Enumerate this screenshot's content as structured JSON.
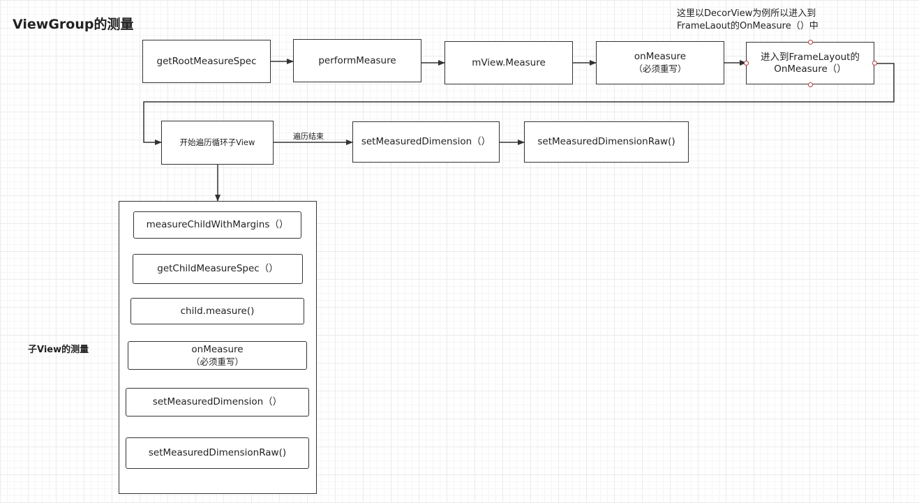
{
  "title": "ViewGroup的测量",
  "subtitle": "子View的测量",
  "note": "这里以DecorView为例所以进入到FrameLaout的OnMeasure（）中",
  "edge_label": "遍历结束",
  "top_row": {
    "getRootMeasureSpec": "getRootMeasureSpec",
    "performMeasure": "performMeasure",
    "mViewMeasure": "mView.Measure",
    "onMeasure_line1": "onMeasure",
    "onMeasure_line2": "（必须重写）",
    "frameLayout_line1": "进入到FrameLayout的",
    "frameLayout_line2": "OnMeasure（）"
  },
  "second_row": {
    "loop": "开始遍历循环子View",
    "setMeasuredDimension": "setMeasuredDimension（）",
    "setMeasuredDimensionRaw": "setMeasuredDimensionRaw()"
  },
  "child_flow": {
    "measureChildWithMargins": "measureChildWithMargins（）",
    "getChildMeasureSpec": "getChildMeasureSpec（）",
    "childMeasure": "child.measure()",
    "onMeasure_line1": "onMeasure",
    "onMeasure_line2": "（必须重写）",
    "setMeasuredDimension": "setMeasuredDimension（）",
    "setMeasuredDimensionRaw": "setMeasuredDimensionRaw()"
  },
  "colors": {
    "line": "#333333",
    "handle": "#b04040"
  }
}
